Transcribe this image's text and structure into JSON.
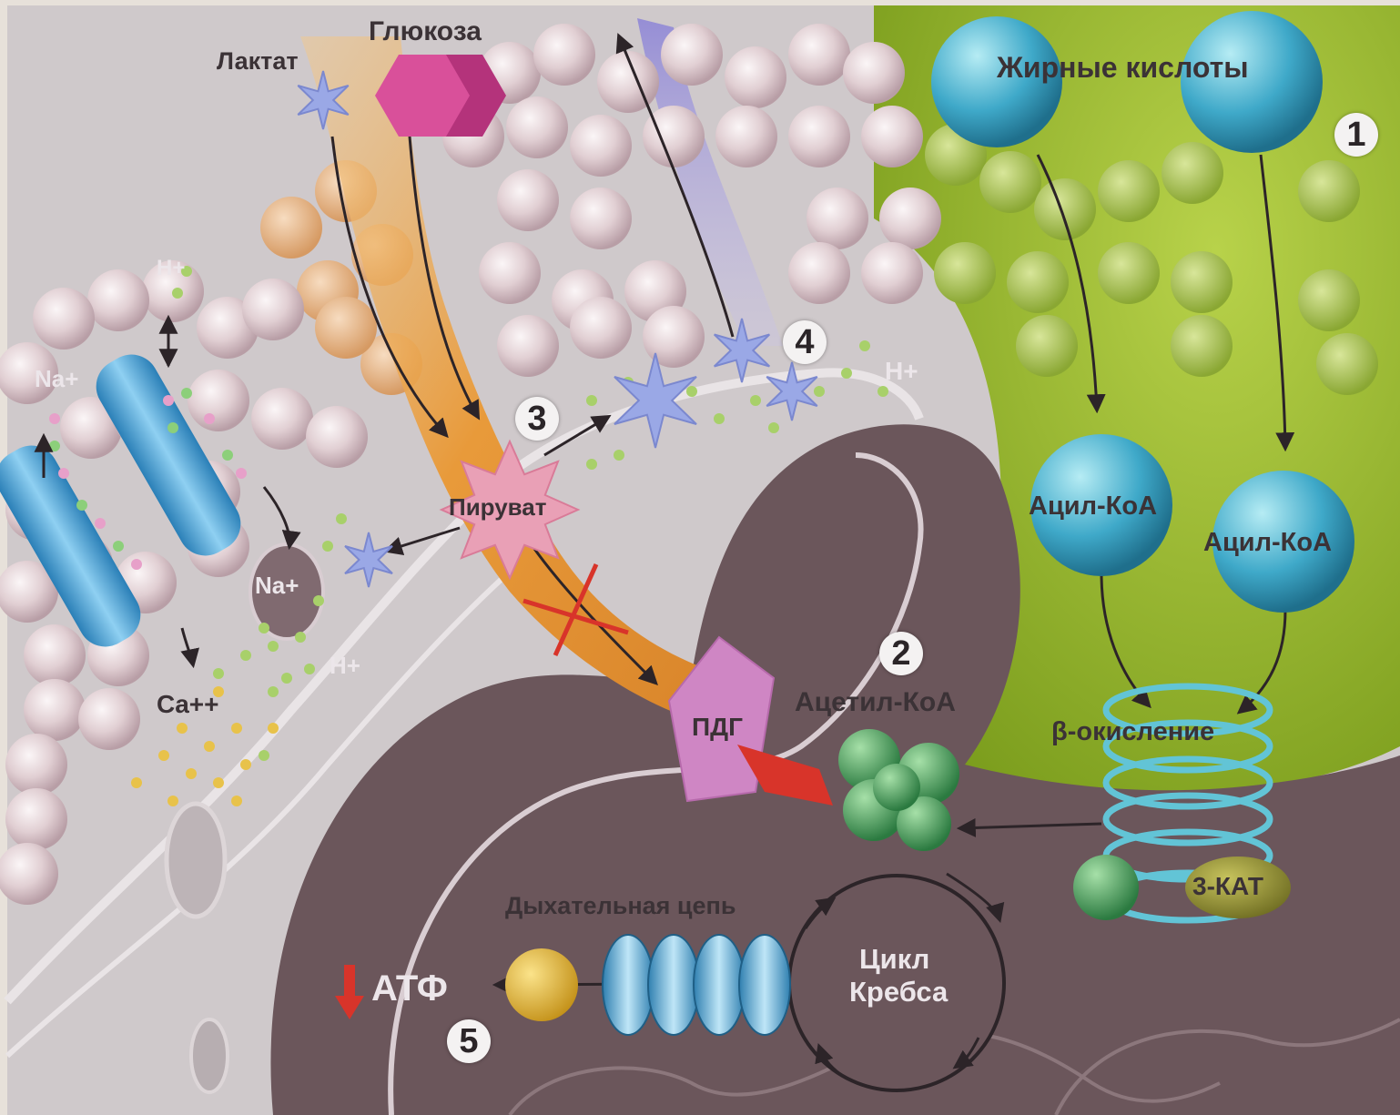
{
  "labels": {
    "lactate": "Лактат",
    "glucose": "Глюкоза",
    "fatty_acids": "Жирные кислоты",
    "h_plus_top": "H+",
    "na_plus": "Na+",
    "na_plus_exchanger": "Na+",
    "h_plus_right": "H+",
    "h_plus_bottom": "H+",
    "ca_plus": "Ca++",
    "pyruvate": "Пируват",
    "acyl_coa_1": "Ацил-КоА",
    "acyl_coa_2": "Ацил-КоА",
    "acetyl_coa": "Ацетил-КоА",
    "pdh": "ПДГ",
    "beta_oxidation": "β-окисление",
    "three_kat": "3-КАТ",
    "respiratory_chain": "Дыхательная цепь",
    "krebs_line1": "Цикл",
    "krebs_line2": "Кребса",
    "atp": "АТФ"
  },
  "markers": [
    "1",
    "2",
    "3",
    "4",
    "5"
  ],
  "colors": {
    "glucose": "#d9509a",
    "fatty_acid_sphere": "#3fa9c9",
    "fatty_acid_zone": "#9bbf2c",
    "pyruvate_band": "#e89a3a",
    "pyruvate_star": "#e9a0b6",
    "pdh": "#cf86c4",
    "acetyl_coa": "#3e9a58",
    "mitochondrion": "#6b565b",
    "ion_channel": "#4fa7d9",
    "lactate_star": "#9aa8e6",
    "inhibition_cross": "#d8342a",
    "atp_down_arrow": "#d8342a",
    "atp_synthase": "#e0b12a"
  },
  "icons": [
    "lactate-star-icon",
    "glucose-hexagon-icon",
    "pyruvate-star-icon",
    "pdh-pentagon-icon",
    "acetyl-coa-cluster-icon",
    "beta-oxidation-spiral-icon",
    "atp-synthase-icon",
    "down-arrow-icon",
    "inhibition-cross-icon"
  ]
}
